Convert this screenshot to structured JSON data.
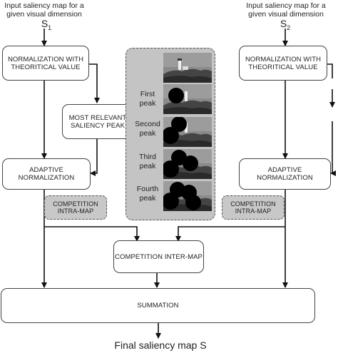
{
  "inputs": {
    "left": {
      "caption": "Input saliency map for a given visual dimension",
      "symbol": "S",
      "index": "1"
    },
    "right": {
      "caption": "Input saliency map for a given visual dimension",
      "symbol": "S",
      "index": "2"
    }
  },
  "boxes": {
    "norm_left": "NORMALIZATION WITH THEORITICAL VALUE",
    "norm_right": "NORMALIZATION WITH THEORITICAL VALUE",
    "most_relevant": "MOST RELEVANT SALIENCY PEAK",
    "adaptive_left": "ADAPTIVE NORMALIZATION",
    "adaptive_right": "ADAPTIVE NORMALIZATION",
    "competition_intra_left": "COMPETITION INTRA-MAP",
    "competition_intra_right": "COMPETITION INTRA-MAP",
    "competition_inter": "COMPETITION INTER-MAP",
    "summation": "SUMMATION"
  },
  "peaks": [
    "First peak",
    "Second peak",
    "Third peak",
    "Fourth peak"
  ],
  "output": "Final saliency map S",
  "colors": {
    "panel": "#c4c4c4",
    "gray_box": "#c8c8c8",
    "line": "#111111"
  }
}
